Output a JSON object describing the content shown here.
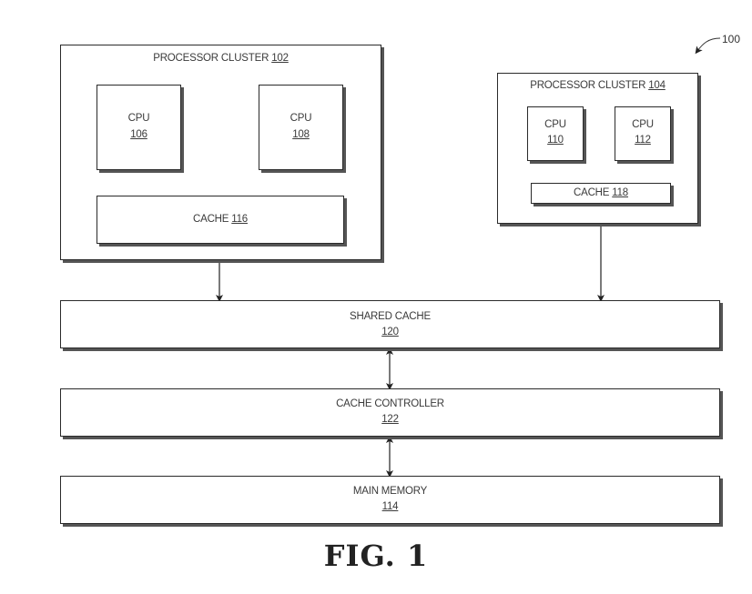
{
  "figure_ref": "100",
  "figure_caption": "FIG. 1",
  "cluster_102": {
    "title": "PROCESSOR CLUSTER",
    "ref": "102",
    "cpus": [
      {
        "label": "CPU",
        "ref": "106"
      },
      {
        "label": "CPU",
        "ref": "108"
      }
    ],
    "cache": {
      "label": "CACHE",
      "ref": "116"
    }
  },
  "cluster_104": {
    "title": "PROCESSOR CLUSTER",
    "ref": "104",
    "cpus": [
      {
        "label": "CPU",
        "ref": "110"
      },
      {
        "label": "CPU",
        "ref": "112"
      }
    ],
    "cache": {
      "label": "CACHE",
      "ref": "118"
    }
  },
  "shared_cache": {
    "label": "SHARED CACHE",
    "ref": "120"
  },
  "cache_controller": {
    "label": "CACHE CONTROLLER",
    "ref": "122"
  },
  "main_memory": {
    "label": "MAIN MEMORY",
    "ref": "114"
  }
}
